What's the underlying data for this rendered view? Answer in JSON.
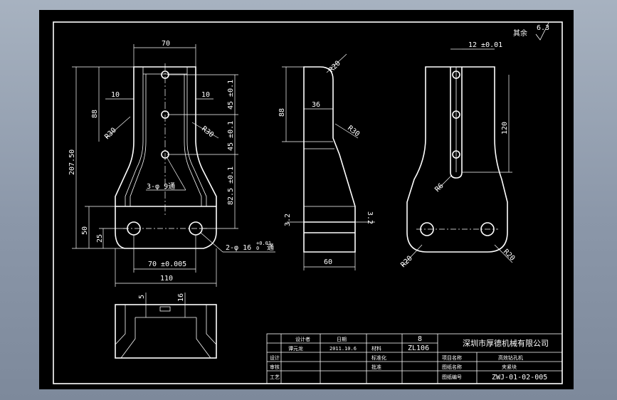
{
  "front_view": {
    "dims": {
      "width_top": "70",
      "overall_height": "207.50",
      "upper_height": "88",
      "hole_spacing_1": "45 ±0.1",
      "hole_spacing_2": "45 ±0.1",
      "hole_spacing_3": "82.5 ±0.1",
      "bottom_height": "50",
      "hole_center_height": "25",
      "hole_pitch": "70 ±0.005",
      "base_width": "110",
      "wall_left": "10",
      "wall_right": "10",
      "radius_left": "R30",
      "radius_right": "R30",
      "small_holes": "3-φ 9通",
      "big_holes_prefix": "2-φ 16",
      "big_holes_tol_upper": "+0.01",
      "big_holes_tol_lower": "0",
      "big_holes_suffix": "通"
    }
  },
  "side_view": {
    "dims": {
      "radius_top": "R20",
      "height": "88",
      "top_width": "36",
      "radius": "R30",
      "chamfer_left": "3.2",
      "chamfer_right": "3.2",
      "width": "60"
    }
  },
  "right_view": {
    "dims": {
      "slot_width": "12 ±0.01",
      "slot_length": "120",
      "slot_radius": "R6",
      "radius_left": "R20",
      "radius_right": "R20"
    }
  },
  "bottom_view": {
    "dims": {
      "d1": "5",
      "d2": "16"
    }
  },
  "roughness": {
    "value": "6.3",
    "note": "其余"
  },
  "title_block": {
    "company": "深圳市厚德机械有限公司",
    "part_name": "夹紧块",
    "drawing_no": "ZWJ-01-02-005",
    "material": "ZL106",
    "quantity": "8",
    "date": "2011.10.6",
    "row_labels": [
      "设计",
      "审核",
      "工艺"
    ],
    "head_labels": [
      "设计者",
      "日期"
    ],
    "designer": "谭元龙",
    "mid_labels": [
      "材料",
      "标准化",
      "批准"
    ],
    "right_labels": [
      "项目名称",
      "图纸名称",
      "图纸编号"
    ],
    "project": "高效钻孔机"
  }
}
